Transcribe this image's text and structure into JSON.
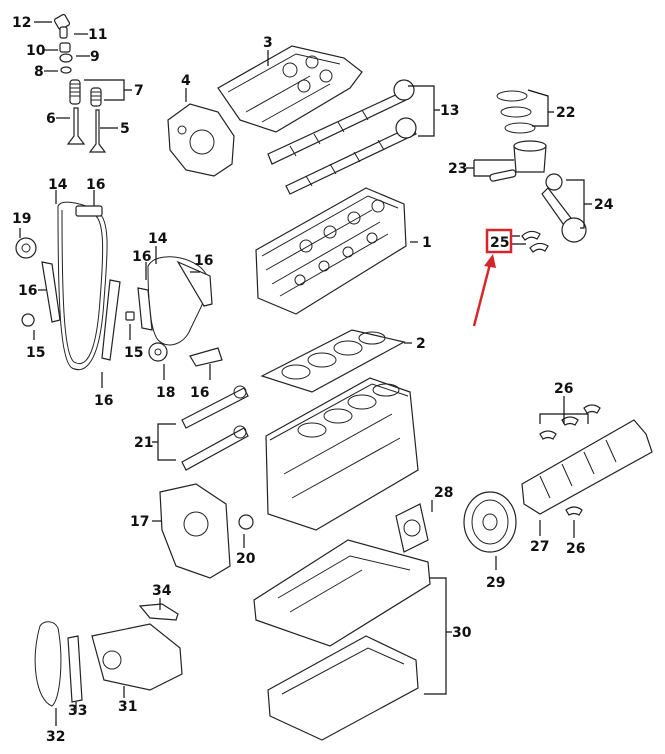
{
  "diagram": {
    "highlight_color": "#d4262b",
    "callouts": [
      {
        "num": "12"
      },
      {
        "num": "11"
      },
      {
        "num": "10"
      },
      {
        "num": "9"
      },
      {
        "num": "8"
      },
      {
        "num": "7"
      },
      {
        "num": "6"
      },
      {
        "num": "5"
      },
      {
        "num": "3"
      },
      {
        "num": "4"
      },
      {
        "num": "13"
      },
      {
        "num": "22"
      },
      {
        "num": "23"
      },
      {
        "num": "24"
      },
      {
        "num": "14"
      },
      {
        "num": "16"
      },
      {
        "num": "19"
      },
      {
        "num": "16"
      },
      {
        "num": "14"
      },
      {
        "num": "16"
      },
      {
        "num": "16"
      },
      {
        "num": "1"
      },
      {
        "num": "25"
      },
      {
        "num": "15"
      },
      {
        "num": "15"
      },
      {
        "num": "2"
      },
      {
        "num": "18"
      },
      {
        "num": "16"
      },
      {
        "num": "16"
      },
      {
        "num": "21"
      },
      {
        "num": "26"
      },
      {
        "num": "28"
      },
      {
        "num": "17"
      },
      {
        "num": "20"
      },
      {
        "num": "27"
      },
      {
        "num": "26"
      },
      {
        "num": "29"
      },
      {
        "num": "34"
      },
      {
        "num": "30"
      },
      {
        "num": "33"
      },
      {
        "num": "31"
      },
      {
        "num": "32"
      }
    ]
  }
}
